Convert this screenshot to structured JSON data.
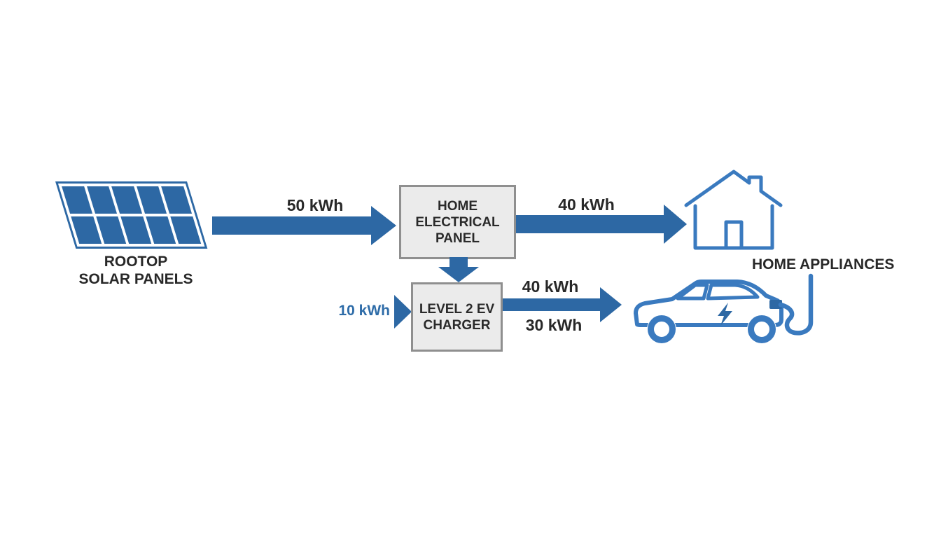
{
  "diagram": {
    "solar": {
      "label_line1": "ROOTOP",
      "label_line2": "SOLAR PANELS"
    },
    "panel_box": {
      "line1": "HOME",
      "line2": "ELECTRICAL",
      "line3": "PANEL"
    },
    "charger_box": {
      "line1": "LEVEL 2 EV",
      "line2": "CHARGER"
    },
    "appliances_label": "HOME APPLIANCES",
    "flows": {
      "solar_to_panel": "50 kWh",
      "panel_to_appliances": "40 kWh",
      "grid_to_charger": "10 kWh",
      "charger_to_ev_top": "40 kWh",
      "charger_to_ev_bottom": "30 kWh"
    },
    "icons": {
      "solar": "solar-panel-icon",
      "house": "house-icon",
      "car": "ev-car-charging-icon"
    },
    "colors": {
      "flow_blue": "#2d68a4",
      "outline_blue": "#3a7abf",
      "label_blue": "#2e6ca8",
      "text_dark": "#282828",
      "box_fill": "#ebebeb",
      "box_border": "#8f8f8f",
      "background": "#ffffff"
    }
  }
}
